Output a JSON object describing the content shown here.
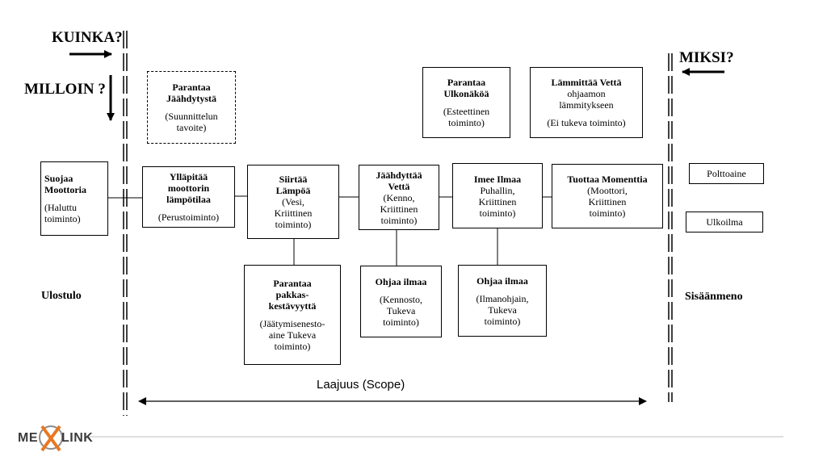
{
  "left_header": {
    "how": "KUINKA?",
    "when": "MILLOIN ?"
  },
  "right_header": {
    "why": "MIKSI?"
  },
  "side_labels": {
    "output": "Ulostulo",
    "input": "Sisäänmeno"
  },
  "scope": {
    "label": "Laajuus (Scope)"
  },
  "boxes": {
    "protect_engine": {
      "title_1": "Suojaa",
      "title_2": "Moottoria",
      "sub_1": "(Haluttu",
      "sub_2": "toiminto)"
    },
    "improve_cooling": {
      "title_1": "Parantaa",
      "title_2": "Jäähdytystä",
      "sub_1": "(Suunnittelun",
      "sub_2": "tavoite)"
    },
    "maintain_temp": {
      "title_1": "Ylläpitää",
      "title_2": "moottorin",
      "title_3": "lämpötilaa",
      "sub_1": "(Perustoiminto)"
    },
    "transfer_heat": {
      "title_1": "Siirtää",
      "title_2": "Lämpöä",
      "sub_1": "(Vesi,",
      "sub_2": "Kriittinen",
      "sub_3": "toiminto)"
    },
    "cool_water": {
      "title_1": "Jäähdyttää",
      "title_2": "Vettä",
      "sub_1": "(Kenno,",
      "sub_2": "Kriittinen",
      "sub_3": "toiminto)"
    },
    "suck_air": {
      "title_1": "Imee Ilmaa",
      "sub_1": "Puhallin,",
      "sub_2": "Kriittinen",
      "sub_3": "toiminto)"
    },
    "produce_torque": {
      "title_1": "Tuottaa Momenttia",
      "sub_1": "(Moottori,",
      "sub_2": "Kriittinen",
      "sub_3": "toiminto)"
    },
    "improve_visibility": {
      "title_1": "Parantaa",
      "title_2": "Ulkonäköä",
      "sub_1": "(Esteettinen",
      "sub_2": "toiminto)"
    },
    "heat_water": {
      "title_1": "Lämmittää Vettä",
      "sub_1": "ohjaamon",
      "sub_2": "lämmitykseen",
      "sub_3": "(Ei tukeva toiminto)"
    },
    "frost_resistance": {
      "title_1": "Parantaa",
      "title_2": "pakkas-",
      "title_3": "kestävyyttä",
      "sub_1": "(Jäätymisenesto-",
      "sub_2": "aine Tukeva",
      "sub_3": "toiminto)"
    },
    "direct_air_1": {
      "title_1": "Ohjaa ilmaa",
      "sub_1": "(Kennosto,",
      "sub_2": "Tukeva",
      "sub_3": "toiminto)"
    },
    "direct_air_2": {
      "title_1": "Ohjaa ilmaa",
      "sub_1": "(Ilmanohjain,",
      "sub_2": "Tukeva",
      "sub_3": "toiminto)"
    },
    "fuel": {
      "label": "Polttoaine"
    },
    "outside_air": {
      "label": "Ulkoilma"
    }
  },
  "logo": {
    "text_left": "ME",
    "text_right": "LINK",
    "accent": "#e87722"
  },
  "colors": {
    "line": "#000000",
    "footer_rule": "#bfbfbf"
  }
}
